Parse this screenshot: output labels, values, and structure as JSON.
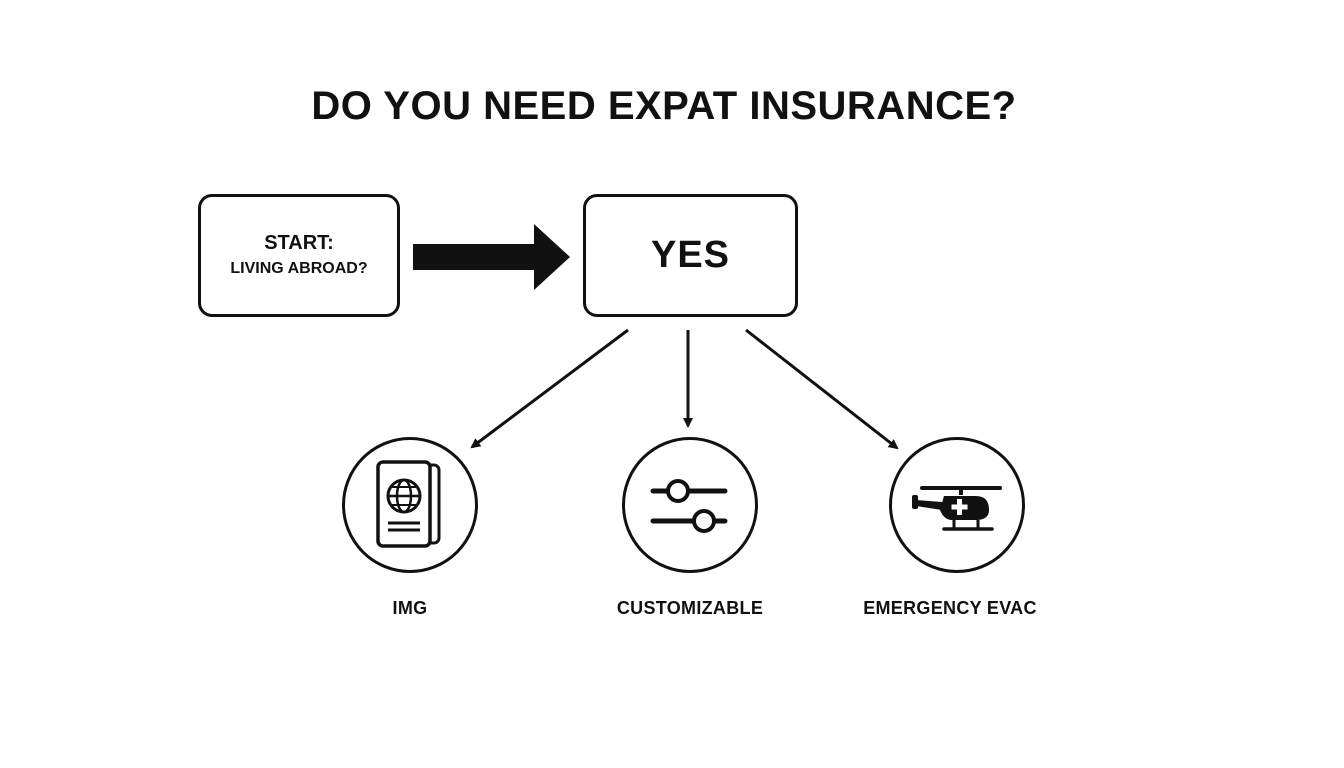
{
  "title": "DO YOU NEED EXPAT INSURANCE?",
  "start_node": {
    "line1": "START:",
    "line2": "LIVING ABROAD?"
  },
  "yes_node": {
    "label": "YES"
  },
  "options": [
    {
      "label": "IMG",
      "icon": "passport-icon"
    },
    {
      "label": "CUSTOMIZABLE",
      "icon": "sliders-icon"
    },
    {
      "label": "EMERGENCY EVAC",
      "icon": "helicopter-icon"
    }
  ],
  "colors": {
    "ink": "#111111",
    "background": "#ffffff"
  }
}
